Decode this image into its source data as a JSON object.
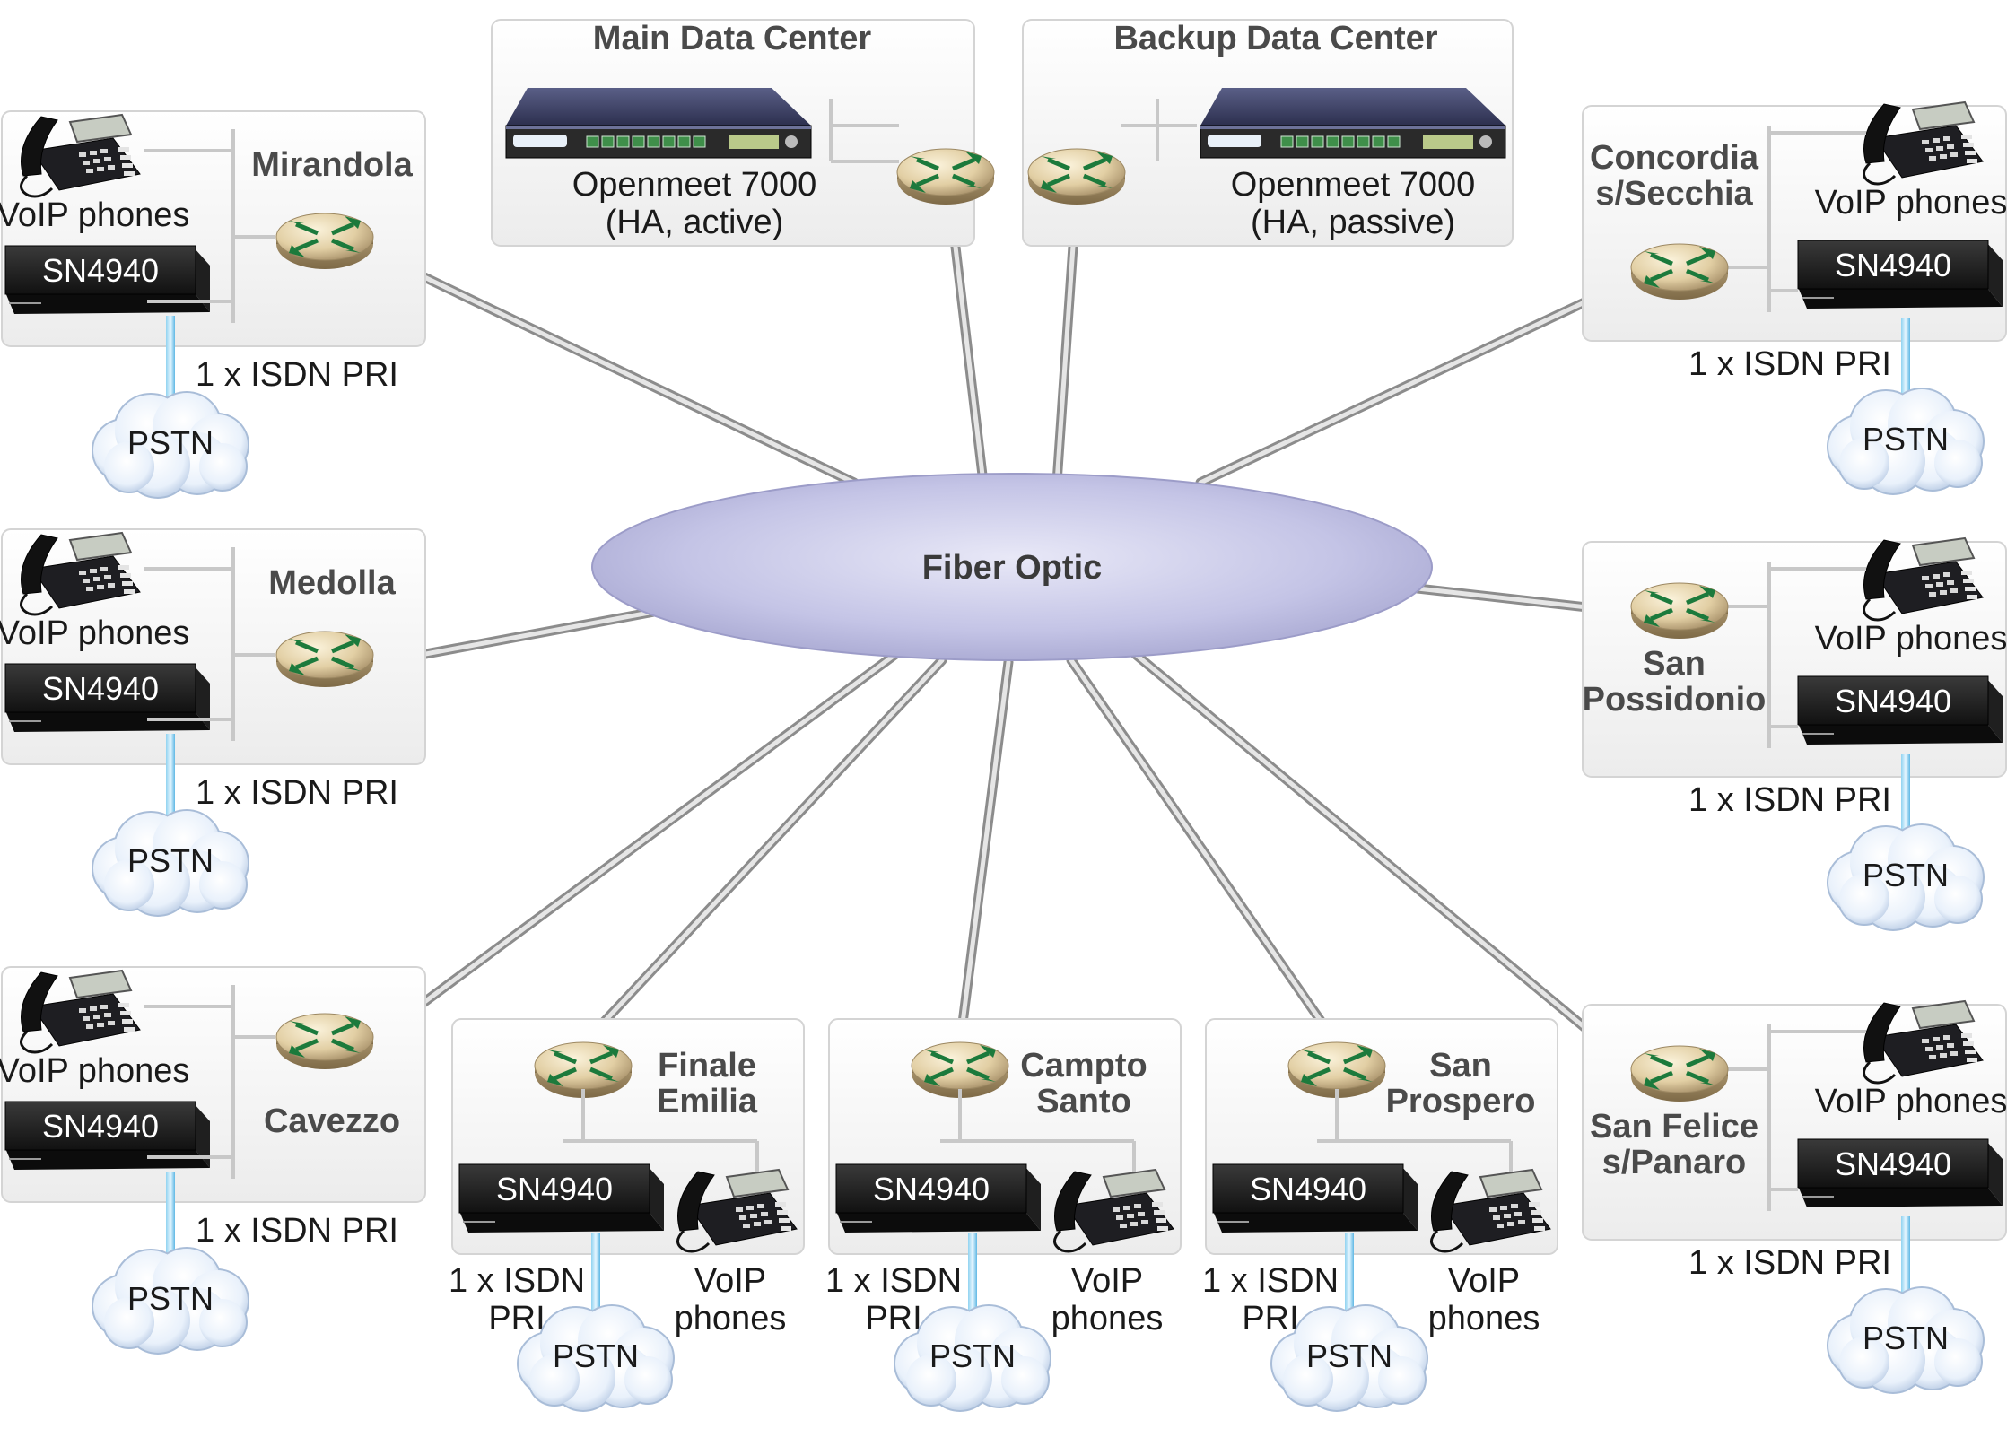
{
  "hub": {
    "label": "Fiber Optic"
  },
  "data_centers": [
    {
      "id": "main",
      "title": "Main Data Center",
      "device_line1": "Openmeet 7000",
      "device_line2": "(HA, active)",
      "brand": "openmeet"
    },
    {
      "id": "backup",
      "title": "Backup Data Center",
      "device_line1": "Openmeet 7000",
      "device_line2": "(HA, passive)",
      "brand": "openmeet"
    }
  ],
  "sites": [
    {
      "id": "mirandola",
      "name_lines": [
        "Mirandola"
      ],
      "phones_label": "VoIP phones",
      "gateway": "SN4940",
      "link_lines": [
        "1 x ISDN PRI"
      ],
      "cloud": "PSTN"
    },
    {
      "id": "medolla",
      "name_lines": [
        "Medolla"
      ],
      "phones_label": "VoIP phones",
      "gateway": "SN4940",
      "link_lines": [
        "1 x ISDN PRI"
      ],
      "cloud": "PSTN"
    },
    {
      "id": "cavezzo",
      "name_lines": [
        "Cavezzo"
      ],
      "phones_label": "VoIP phones",
      "gateway": "SN4940",
      "link_lines": [
        "1 x ISDN PRI"
      ],
      "cloud": "PSTN"
    },
    {
      "id": "concordia",
      "name_lines": [
        "Concordia",
        "s/Secchia"
      ],
      "phones_label": "VoIP phones",
      "gateway": "SN4940",
      "link_lines": [
        "1 x ISDN PRI"
      ],
      "cloud": "PSTN"
    },
    {
      "id": "san-possidonio",
      "name_lines": [
        "San",
        "Possidonio"
      ],
      "phones_label": "VoIP phones",
      "gateway": "SN4940",
      "link_lines": [
        "1 x ISDN PRI"
      ],
      "cloud": "PSTN"
    },
    {
      "id": "san-felice",
      "name_lines": [
        "San Felice",
        "s/Panaro"
      ],
      "phones_label": "VoIP phones",
      "gateway": "SN4940",
      "link_lines": [
        "1 x ISDN PRI"
      ],
      "cloud": "PSTN"
    },
    {
      "id": "finale-emilia",
      "name_lines": [
        "Finale",
        "Emilia"
      ],
      "phones_lines": [
        "VoIP",
        "phones"
      ],
      "gateway": "SN4940",
      "link_lines": [
        "1 x ISDN",
        "PRI"
      ],
      "cloud": "PSTN"
    },
    {
      "id": "campto-santo",
      "name_lines": [
        "Campto",
        "Santo"
      ],
      "phones_lines": [
        "VoIP",
        "phones"
      ],
      "gateway": "SN4940",
      "link_lines": [
        "1 x ISDN",
        "PRI"
      ],
      "cloud": "PSTN"
    },
    {
      "id": "san-prospero",
      "name_lines": [
        "San",
        "Prospero"
      ],
      "phones_lines": [
        "VoIP",
        "phones"
      ],
      "gateway": "SN4940",
      "link_lines": [
        "1 x ISDN",
        "PRI"
      ],
      "cloud": "PSTN"
    }
  ]
}
